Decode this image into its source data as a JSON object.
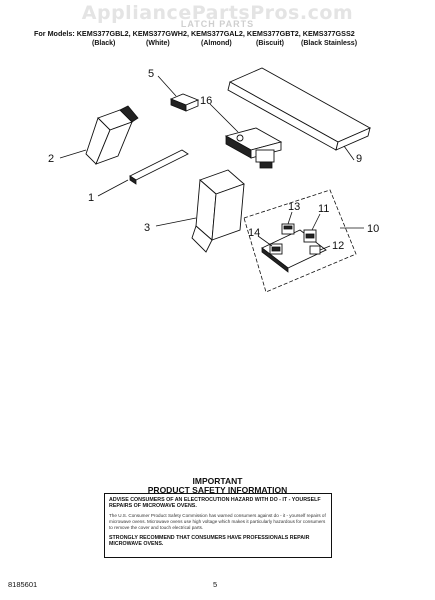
{
  "watermark": "AppliancePartsPros.com",
  "header": {
    "section_title": "LATCH PARTS",
    "models_line": "For Models: KEMS377GBL2, KEMS377GWH2, KEMS377GAL2, KEMS377GBT2, KEMS377GSS2",
    "finishes": [
      "(Black)",
      "(White)",
      "(Almond)",
      "(Biscuit)",
      "(Black Stainless)"
    ]
  },
  "callouts": [
    "5",
    "16",
    "9",
    "2",
    "1",
    "3",
    "13",
    "11",
    "10",
    "14",
    "12"
  ],
  "safety": {
    "title_line1": "IMPORTANT",
    "title_line2": "PRODUCT   SAFETY   INFORMATION",
    "advise": "ADVISE CONSUMERS OF AN ELECTROCUTION HAZARD WITH DO - IT - YOURSELF REPAIRS OF MICROWAVE OVENS.",
    "body": "The U.S. Consumer Product Safety Commission has warned consumers against do - it - yourself repairs of microwave ovens. Microwave ovens use high voltage which makes it particularly hazardous for consumers to remove the cover and touch electrical parts.",
    "recommend": "STRONGLY RECOMMEND THAT CONSUMERS HAVE PROFESSIONALS REPAIR MICROWAVE OVENS."
  },
  "footer": {
    "doc_number": "8185601",
    "page_number": "5"
  }
}
